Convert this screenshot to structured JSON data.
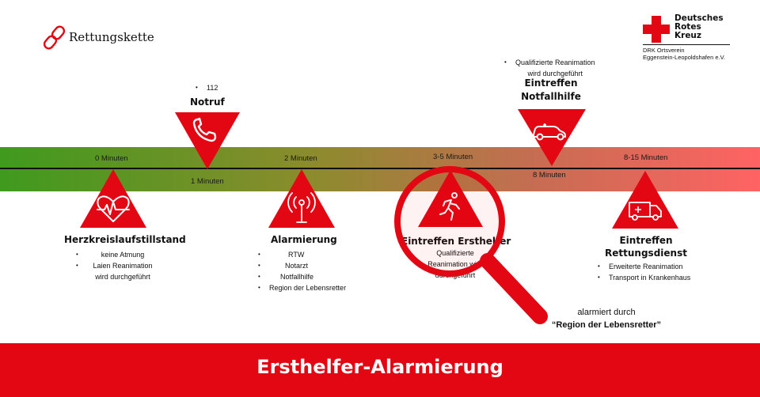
{
  "header": {
    "logo_text": "Rettungskette",
    "drk": {
      "line1": "Deutsches",
      "line2": "Rotes",
      "line3": "Kreuz",
      "sub1": "DRK Ortsverein",
      "sub2": "Eggenstein-Leopoldshafen e.V."
    }
  },
  "timeline": {
    "ticks_top": [
      "0 Minuten",
      "2 Minuten",
      "3-5 Minuten",
      "8-15 Minuten"
    ],
    "ticks_bottom": [
      "1 Minuten",
      "8 Minuten"
    ]
  },
  "steps": {
    "herz": {
      "title": "Herzkreislaufstillstand",
      "bullets": [
        "keine Atmung",
        "Laien Reanimation\nwird durchgeführt"
      ],
      "icon": "heart-ecg-icon"
    },
    "notruf": {
      "title": "Notruf",
      "bullets": [
        "112"
      ],
      "icon": "phone-icon"
    },
    "alarm": {
      "title": "Alarmierung",
      "bullets": [
        "RTW",
        "Notarzt",
        "Notfallhilfe",
        "Region der Lebensretter"
      ],
      "icon": "antenna-icon"
    },
    "ersthelfer": {
      "title": "Eintreffen Ersthelfer",
      "bullets": [
        "Qualifizierte\nReanimation wird\ndurchgeführt"
      ],
      "icon": "running-person-icon"
    },
    "notfallhilfe": {
      "title_line1": "Eintreffen",
      "title_line2": "Notfallhilfe",
      "bullets": [
        "Qualifizierte Reanimation\nwird durchgeführt"
      ],
      "icon": "car-icon"
    },
    "rettungsdienst": {
      "title_line1": "Eintreffen",
      "title_line2": "Rettungsdienst",
      "bullets": [
        "Erweiterte Reanimation",
        "Transport in Krankenhaus"
      ],
      "icon": "ambulance-icon"
    }
  },
  "annotation": {
    "line1": "alarmiert durch",
    "line2": "“Region der Lebensretter”"
  },
  "footer": {
    "title": "Ersthelfer-Alarmierung"
  },
  "colors": {
    "red": "#e30613",
    "green": "#3f9a1e",
    "light_red": "#ff6363"
  }
}
